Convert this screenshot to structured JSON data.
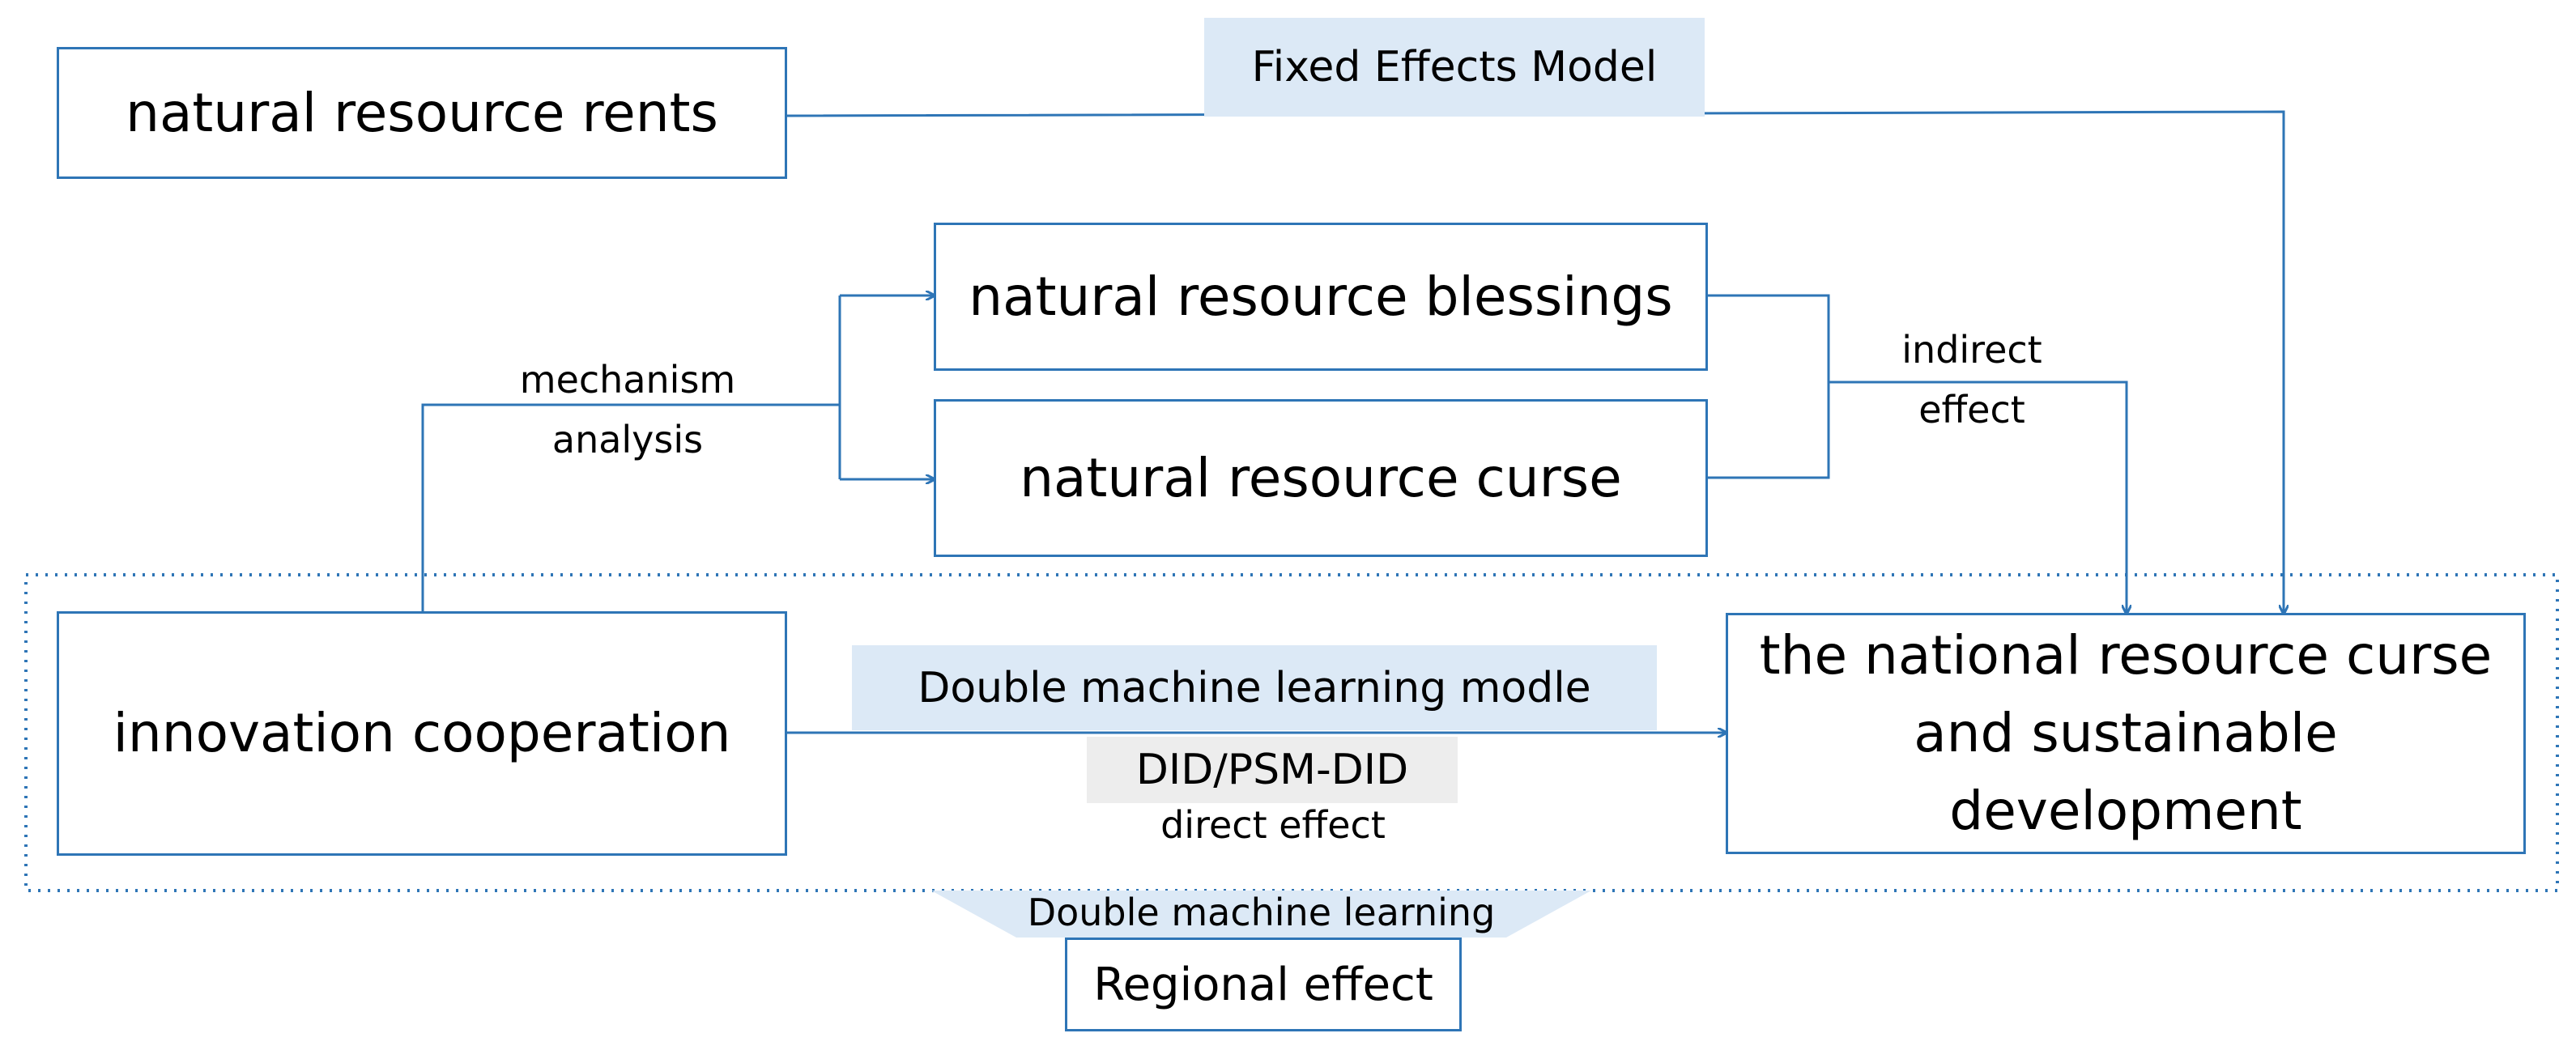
{
  "boxes": {
    "rents": "natural resource rents",
    "blessings": "natural resource blessings",
    "curse": "natural resource curse",
    "innovation": "innovation cooperation",
    "outcome_line1": "the national resource curse",
    "outcome_line2": "and sustainable",
    "outcome_line3": "development",
    "regional": "Regional effect"
  },
  "tags": {
    "fixed_effects": "Fixed Effects Model",
    "dml_model": "Double machine learning modle",
    "did": "DID/PSM-DID",
    "dml_bottom": "Double machine learning"
  },
  "labels": {
    "mechanism_line1": "mechanism",
    "mechanism_line2": "analysis",
    "indirect_line1": "indirect",
    "indirect_line2": "effect",
    "direct": "direct effect"
  },
  "colors": {
    "line": "#2e75b6",
    "tag_fill": "#dce9f6",
    "did_fill": "#ededed"
  }
}
